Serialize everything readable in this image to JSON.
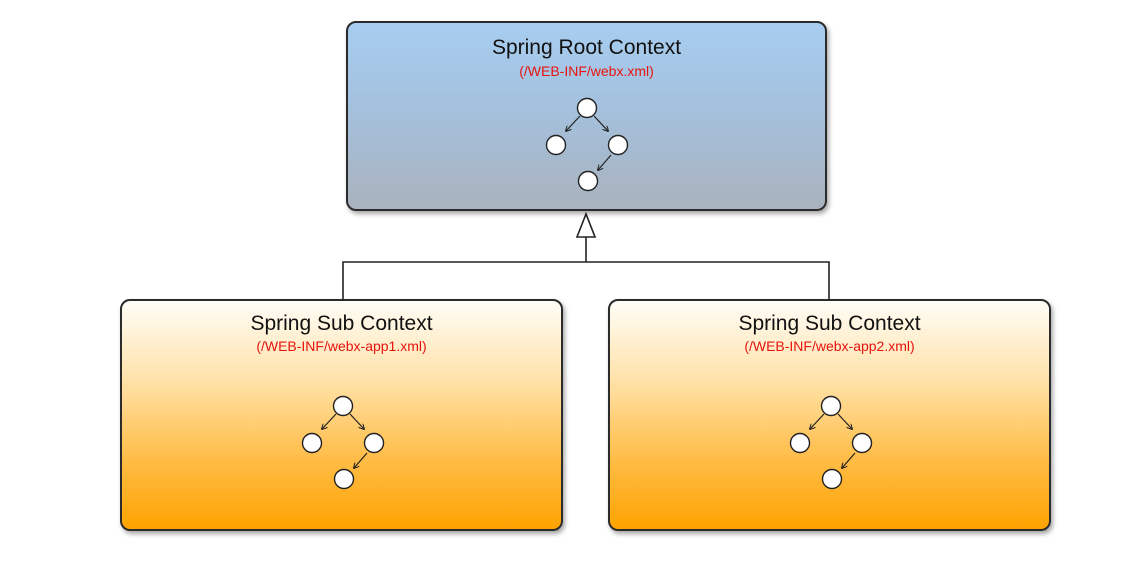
{
  "root_context": {
    "title": "Spring Root Context",
    "config_path": "(/WEB-INF/webx.xml)"
  },
  "sub_contexts": [
    {
      "title": "Spring Sub Context",
      "config_path": "(/WEB-INF/webx-app1.xml)"
    },
    {
      "title": "Spring Sub Context",
      "config_path": "(/WEB-INF/webx-app2.xml)"
    }
  ],
  "colors": {
    "root_gradient_top": "#a7cdf0",
    "root_gradient_bottom": "#a9b2bd",
    "sub_gradient_top": "#fffdf8",
    "sub_gradient_bottom": "#ffa300",
    "path_text": "#e8140e",
    "border": "#2b2b2b"
  }
}
